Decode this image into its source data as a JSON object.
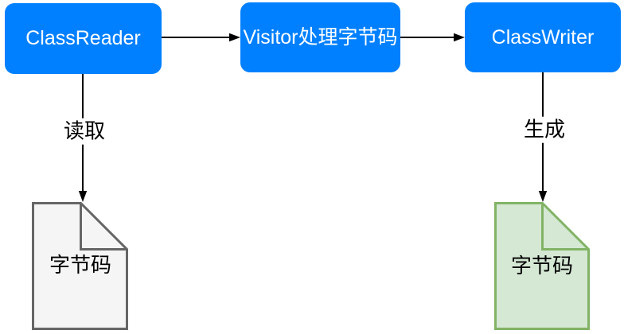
{
  "diagram": {
    "nodes": [
      {
        "id": "class-reader",
        "label": "ClassReader"
      },
      {
        "id": "visitor",
        "label": "Visitor处理字节码"
      },
      {
        "id": "class-writer",
        "label": "ClassWriter"
      }
    ],
    "documents": [
      {
        "id": "input-bytecode",
        "label": "字节码",
        "fill": "#F5F5F5",
        "stroke": "#666666"
      },
      {
        "id": "output-bytecode",
        "label": "字节码",
        "fill": "#D5E8D4",
        "stroke": "#82B366"
      }
    ],
    "edges": [
      {
        "from": "ClassReader",
        "to": "Visitor处理字节码",
        "label": ""
      },
      {
        "from": "Visitor处理字节码",
        "to": "ClassWriter",
        "label": ""
      },
      {
        "from": "ClassReader",
        "to": "input-bytecode",
        "label": "读取"
      },
      {
        "from": "ClassWriter",
        "to": "output-bytecode",
        "label": "生成"
      }
    ],
    "colors": {
      "node_fill": "#0080FF",
      "node_text": "#FFFFFF",
      "arrow": "#000000",
      "canvas_background": "#FFFFFF"
    }
  }
}
